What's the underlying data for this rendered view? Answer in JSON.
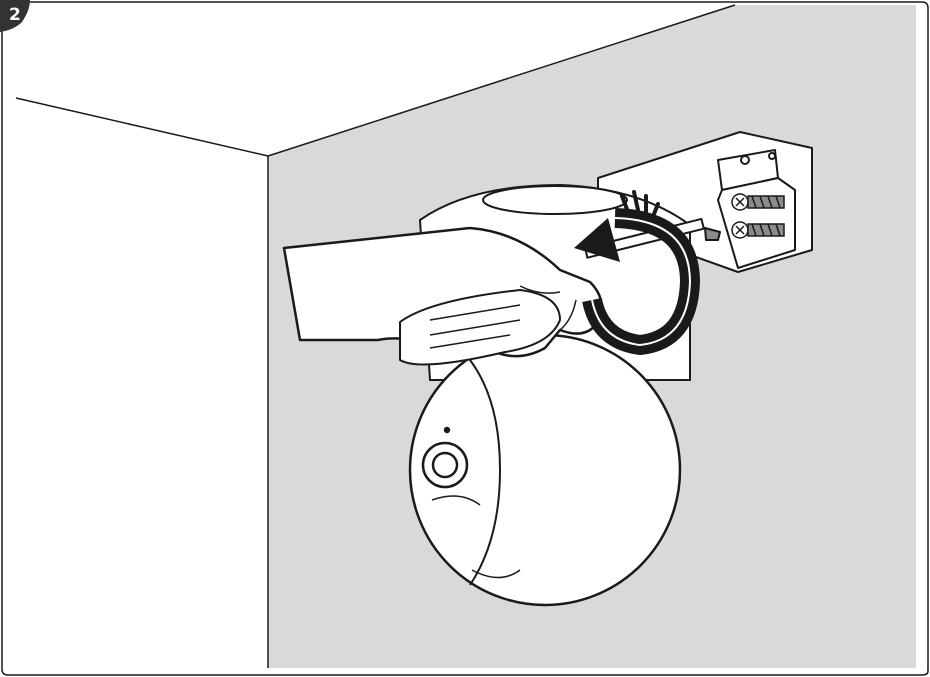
{
  "step": {
    "number": "2"
  },
  "colors": {
    "wall": "#d9d9d9",
    "line": "#1a1a1a",
    "fill_white": "#ffffff",
    "screw_gray": "#8a8a8a",
    "badge": "#333333"
  },
  "icons": {
    "rotation_arrow": "clockwise-rotation-arrow",
    "screwdriver": "screwdriver",
    "screws": "cross-head-screw"
  }
}
